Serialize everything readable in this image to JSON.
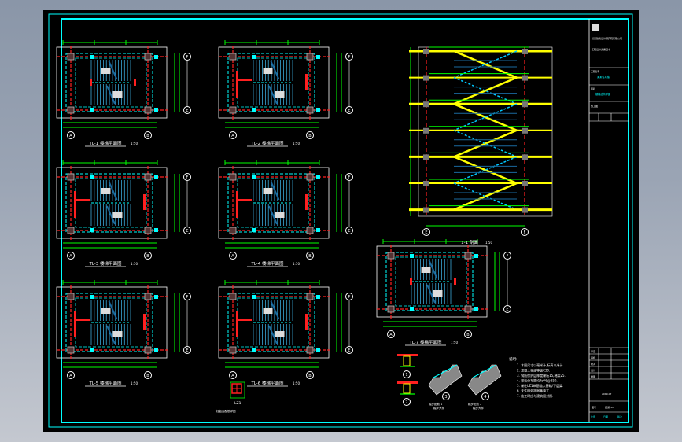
{
  "sheet": {
    "type": "Staircase structural drawing (CAD)",
    "colors": {
      "background": "#8a96a8",
      "paper": "#000000",
      "frame": "#00ffff",
      "grid_axis": "#ff2020",
      "dimension": "#00ff00",
      "beam": "#ffff00",
      "stair": "#00c8ff",
      "text": "#ffffff"
    }
  },
  "plans": [
    {
      "title": "TL-1 楼梯平面图",
      "scale": "1:50",
      "axis_left": "A",
      "axis_right": "B",
      "axis_top": "F",
      "axis_bottom": "E"
    },
    {
      "title": "TL-2 楼梯平面图",
      "scale": "1:50",
      "axis_left": "A",
      "axis_right": "B",
      "axis_top": "F",
      "axis_bottom": "E"
    },
    {
      "title": "TL-3 楼梯平面图",
      "scale": "1:50",
      "axis_left": "A",
      "axis_right": "B",
      "axis_top": "F",
      "axis_bottom": "E"
    },
    {
      "title": "TL-4 楼梯平面图",
      "scale": "1:50",
      "axis_left": "A",
      "axis_right": "B",
      "axis_top": "F",
      "axis_bottom": "E"
    },
    {
      "title": "TL-5 楼梯平面图",
      "scale": "1:50",
      "axis_left": "A",
      "axis_right": "B",
      "axis_top": "F",
      "axis_bottom": "E"
    },
    {
      "title": "TL-6 楼梯平面图",
      "scale": "1:50",
      "axis_left": "A",
      "axis_right": "B",
      "axis_top": "F",
      "axis_bottom": "E"
    },
    {
      "title": "TL-7 楼梯平面图",
      "scale": "1:50",
      "axis_left": "A",
      "axis_right": "B",
      "axis_top": "F",
      "axis_bottom": "E"
    }
  ],
  "section": {
    "title": "1-1 剖面",
    "scale": "1:50",
    "axis_left": "E",
    "axis_right": "F"
  },
  "column_detail": {
    "title": "LZ1",
    "note": "柱截面配筋详图"
  },
  "details": [
    {
      "label": "1",
      "caption": "梯梁详图"
    },
    {
      "label": "2",
      "caption": "梯梁详图"
    },
    {
      "label": "3",
      "caption": "踏步配筋 1",
      "sub": "踏步大样"
    },
    {
      "label": "4",
      "caption": "踏步配筋 2",
      "sub": "踏步大样"
    }
  ],
  "notes": {
    "heading": "说明:",
    "items": [
      "1. 本图尺寸以毫米计,标高以米计.",
      "2. 混凝土强度等级C30.",
      "3. 钢筋保护层厚度梯板15,梯梁25.",
      "4. 梯板分布筋均为Φ6@250.",
      "5. 梯柱LZ1纵筋锚入基础/下层梁.",
      "6. 未注明处按图集施工.",
      "7. 施工时应与建筑图对照."
    ]
  },
  "title_block": {
    "company": "某某建筑设计研究院有限公司",
    "cert": "工程设计资质证书",
    "project_label": "工程名称",
    "project": "某某住宅楼",
    "drawing_label": "图名",
    "drawing": "楼梯结构详图",
    "stage": "施工图",
    "sheet_no_label": "图号",
    "sheet_no": "结施-11",
    "date": "2019.07",
    "roles": [
      "审定",
      "审核",
      "校对",
      "设计",
      "制图"
    ],
    "footer_left": "比例",
    "footer_mid": "日期",
    "footer_right": "版次"
  }
}
